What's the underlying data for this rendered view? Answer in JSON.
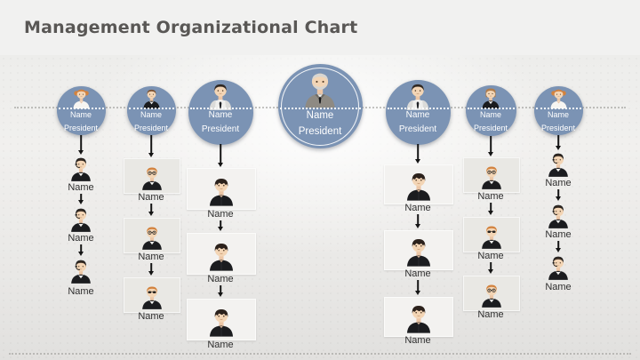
{
  "slide": {
    "title": "Management Organizational Chart"
  },
  "chart": {
    "center": {
      "name": "Name",
      "title": "President",
      "avatar": "senior-executive"
    },
    "branches": [
      {
        "manager": {
          "name": "Name",
          "title": "President",
          "avatar": "woman-orange-hair"
        },
        "reports": [
          {
            "name": "Name",
            "avatar": "headset-agent"
          },
          {
            "name": "Name",
            "avatar": "headset-agent"
          },
          {
            "name": "Name",
            "avatar": "headset-agent"
          }
        ]
      },
      {
        "manager": {
          "name": "Name",
          "title": "President",
          "avatar": "man-brown-hair-suit"
        },
        "reports": [
          {
            "name": "Name",
            "avatar": "orange-hair-glasses"
          },
          {
            "name": "Name",
            "avatar": "orange-hair-glasses"
          },
          {
            "name": "Name",
            "avatar": "orange-hair-shades"
          }
        ]
      },
      {
        "manager": {
          "name": "Name",
          "title": "President",
          "avatar": "man-shirt-tie"
        },
        "reports": [
          {
            "name": "Name",
            "avatar": "dark-hair-man"
          },
          {
            "name": "Name",
            "avatar": "dark-hair-man"
          },
          {
            "name": "Name",
            "avatar": "dark-hair-man"
          }
        ]
      },
      {
        "manager": {
          "name": "Name",
          "title": "President",
          "avatar": "man-shirt-tie"
        },
        "reports": [
          {
            "name": "Name",
            "avatar": "dark-hair-man"
          },
          {
            "name": "Name",
            "avatar": "dark-hair-man"
          },
          {
            "name": "Name",
            "avatar": "dark-hair-man"
          }
        ]
      },
      {
        "manager": {
          "name": "Name",
          "title": "President",
          "avatar": "person-auburn-suit"
        },
        "reports": [
          {
            "name": "Name",
            "avatar": "orange-hair-glasses"
          },
          {
            "name": "Name",
            "avatar": "orange-hair-shades"
          },
          {
            "name": "Name",
            "avatar": "orange-hair-glasses"
          }
        ]
      },
      {
        "manager": {
          "name": "Name",
          "title": "President",
          "avatar": "woman-orange-hair"
        },
        "reports": [
          {
            "name": "Name",
            "avatar": "headset-agent"
          },
          {
            "name": "Name",
            "avatar": "headset-agent"
          },
          {
            "name": "Name",
            "avatar": "headset-agent"
          }
        ]
      }
    ]
  },
  "avatars": {
    "senior-executive": {
      "hair": "#d8d6d2",
      "hairStyle": "elder",
      "body": "tweed",
      "glasses": "none",
      "headset": false,
      "beard": true
    },
    "woman-orange-hair": {
      "hair": "#d2823e",
      "hairStyle": "buns",
      "body": "blouse",
      "glasses": "none",
      "headset": false,
      "beard": false
    },
    "man-brown-hair-suit": {
      "hair": "#7a5233",
      "hairStyle": "short",
      "body": "suit",
      "glasses": "none",
      "headset": false,
      "beard": false
    },
    "man-shirt-tie": {
      "hair": "#2e2620",
      "hairStyle": "short",
      "body": "shirt",
      "glasses": "none",
      "headset": false,
      "beard": false
    },
    "person-auburn-suit": {
      "hair": "#b07c4a",
      "hairStyle": "bob",
      "body": "suit",
      "glasses": "none",
      "headset": false,
      "beard": false
    },
    "headset-agent": {
      "hair": "#362a21",
      "hairStyle": "short",
      "body": "suit",
      "glasses": "none",
      "headset": true,
      "beard": false
    },
    "orange-hair-glasses": {
      "hair": "#d2823e",
      "hairStyle": "short",
      "body": "suit",
      "glasses": "clear",
      "headset": false,
      "beard": false
    },
    "orange-hair-shades": {
      "hair": "#d2823e",
      "hairStyle": "short",
      "body": "suit",
      "glasses": "dark",
      "headset": false,
      "beard": false
    },
    "dark-hair-man": {
      "hair": "#2b211b",
      "hairStyle": "messy",
      "body": "jacket",
      "glasses": "none",
      "headset": false,
      "beard": false
    }
  },
  "colors": {
    "circle_fill": "#7b93b4",
    "ring": "#ffffff",
    "card": "#e9e8e4",
    "card_light": "#f3f2f0",
    "arrow": "#151515",
    "name_text": "#2e2e2e",
    "circle_text": "#ffffff",
    "title_text": "#595755",
    "header_bg": "#f1f1f0"
  }
}
